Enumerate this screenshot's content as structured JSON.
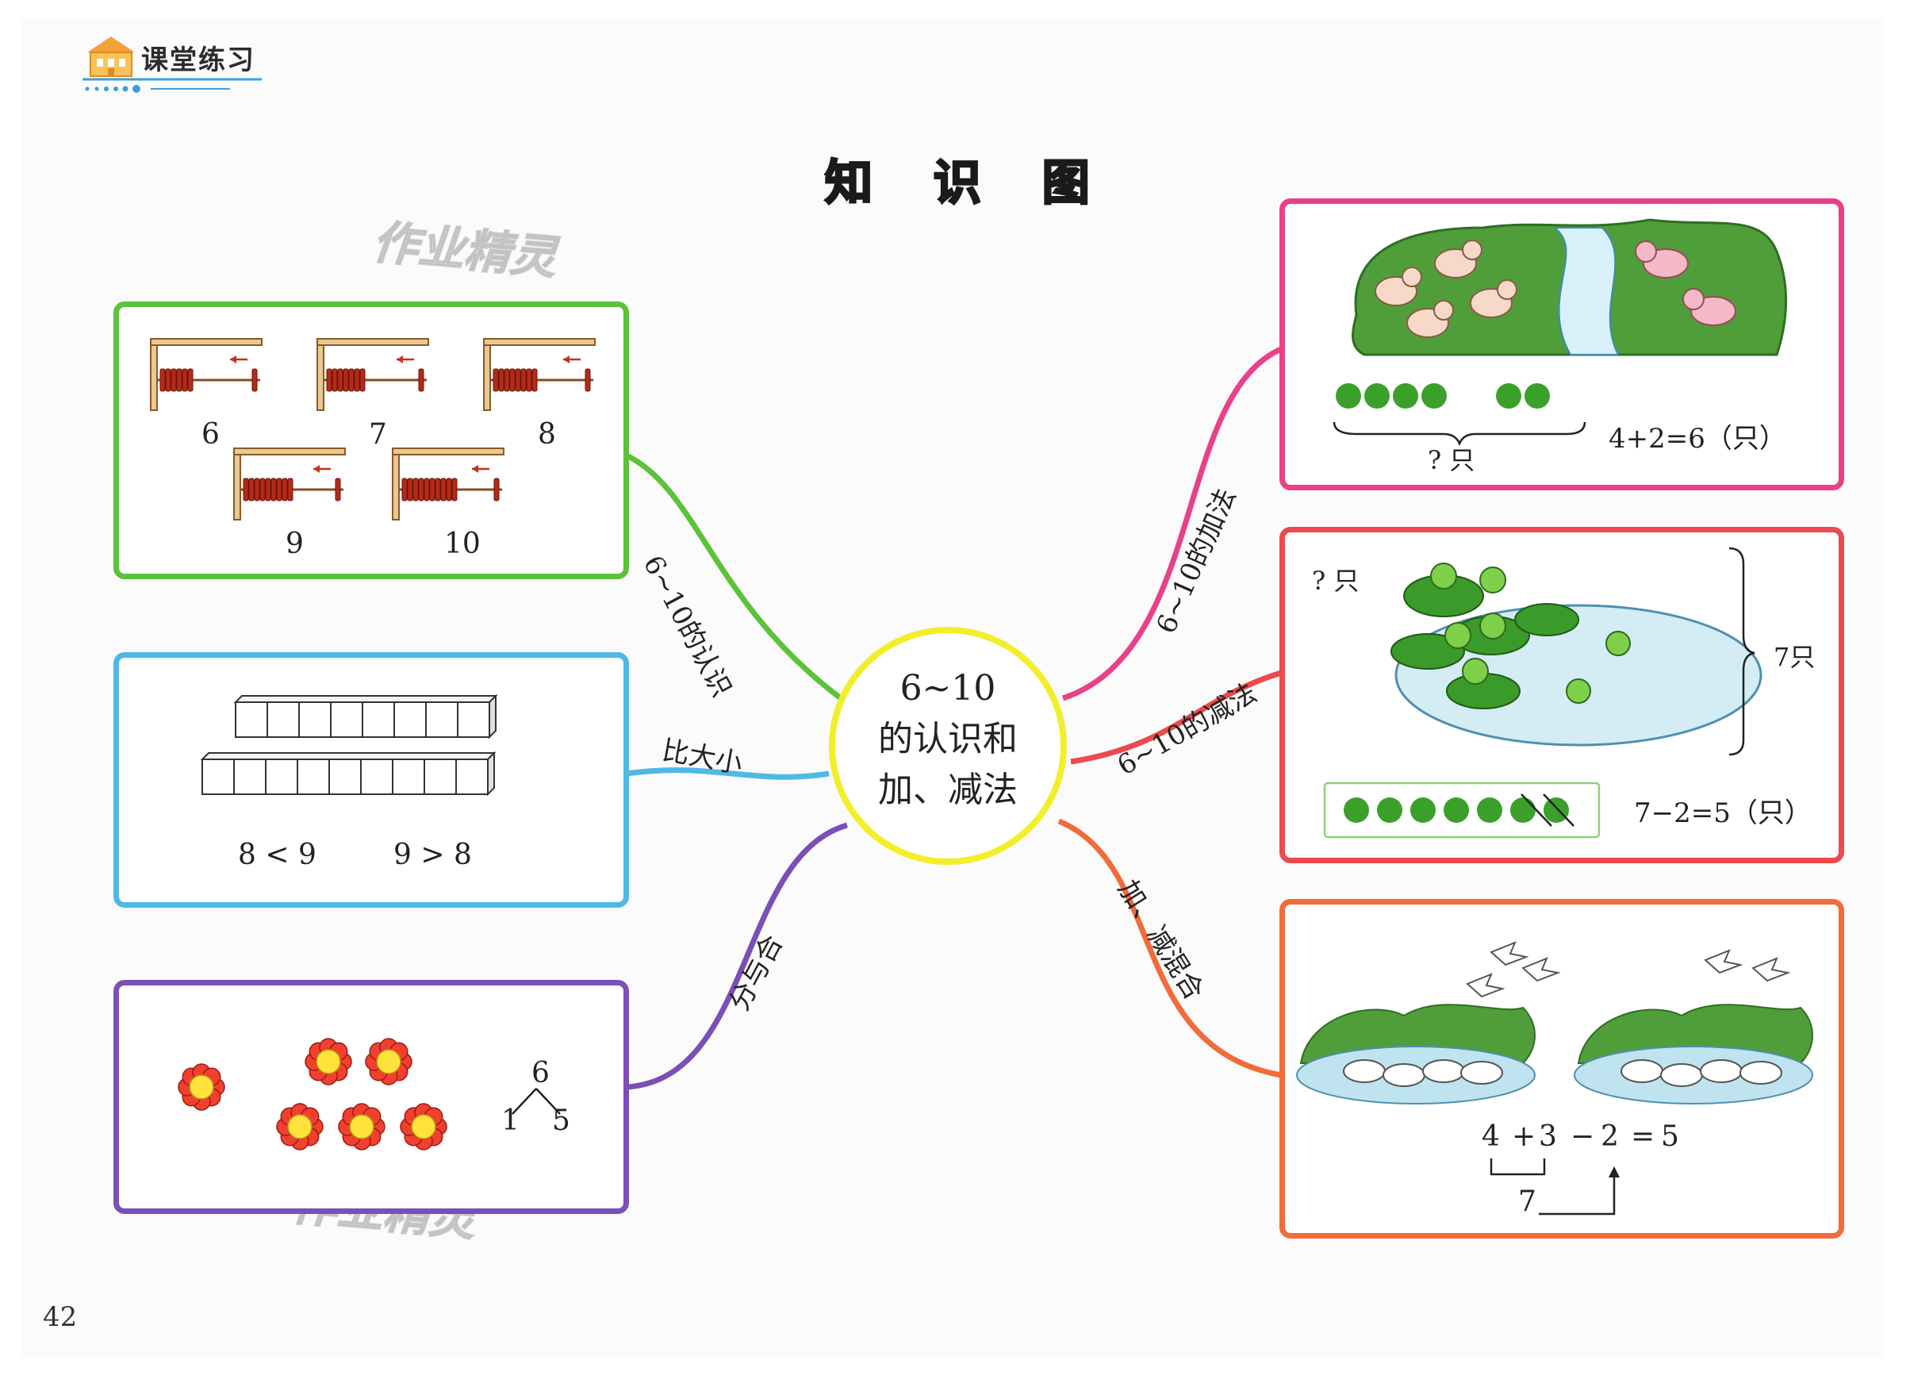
{
  "header": {
    "label": "课堂练习"
  },
  "title": "知 识 图",
  "page_number": "42",
  "watermark": "作业精灵",
  "center": {
    "line1": "6~10",
    "line2": "的认识和",
    "line3": "加、减法"
  },
  "branches": {
    "recognition": "6~10的认识",
    "compare": "比大小",
    "split": "分与合",
    "addition": "6~10的加法",
    "subtraction": "6~10的减法",
    "mixed": "加、减混合"
  },
  "recognition_box": {
    "abacus_labels": [
      "6",
      "7",
      "8",
      "9",
      "10"
    ],
    "bead_counts": [
      6,
      7,
      8,
      9,
      10
    ]
  },
  "compare_box": {
    "top_cubes": 8,
    "bottom_cubes": 9,
    "left_expr": "8 < 9",
    "right_expr": "9 > 8"
  },
  "split_box": {
    "whole": "6",
    "part_a": "1",
    "part_b": "5"
  },
  "addition_box": {
    "question": "? 只",
    "equation": "4+2=6（只）",
    "group_a_count": 4,
    "group_b_count": 2
  },
  "subtraction_box": {
    "question": "? 只",
    "total": "7只",
    "equation": "7−2=5（只）",
    "dot_count": 7,
    "crossed_count": 2
  },
  "mixed_box": {
    "eq_a": "4",
    "op_a": "+",
    "eq_b": "3",
    "op_b": "−",
    "eq_c": "2",
    "eq_eq": "=",
    "eq_result": "5",
    "sub_total": "7"
  },
  "colors": {
    "recognition": "#5cc23a",
    "compare": "#4fb8e6",
    "split": "#7a4fb8",
    "addition": "#e9408a",
    "subtraction": "#ec4a4e",
    "mixed": "#f26b3a",
    "center": "#f2ee2c"
  }
}
